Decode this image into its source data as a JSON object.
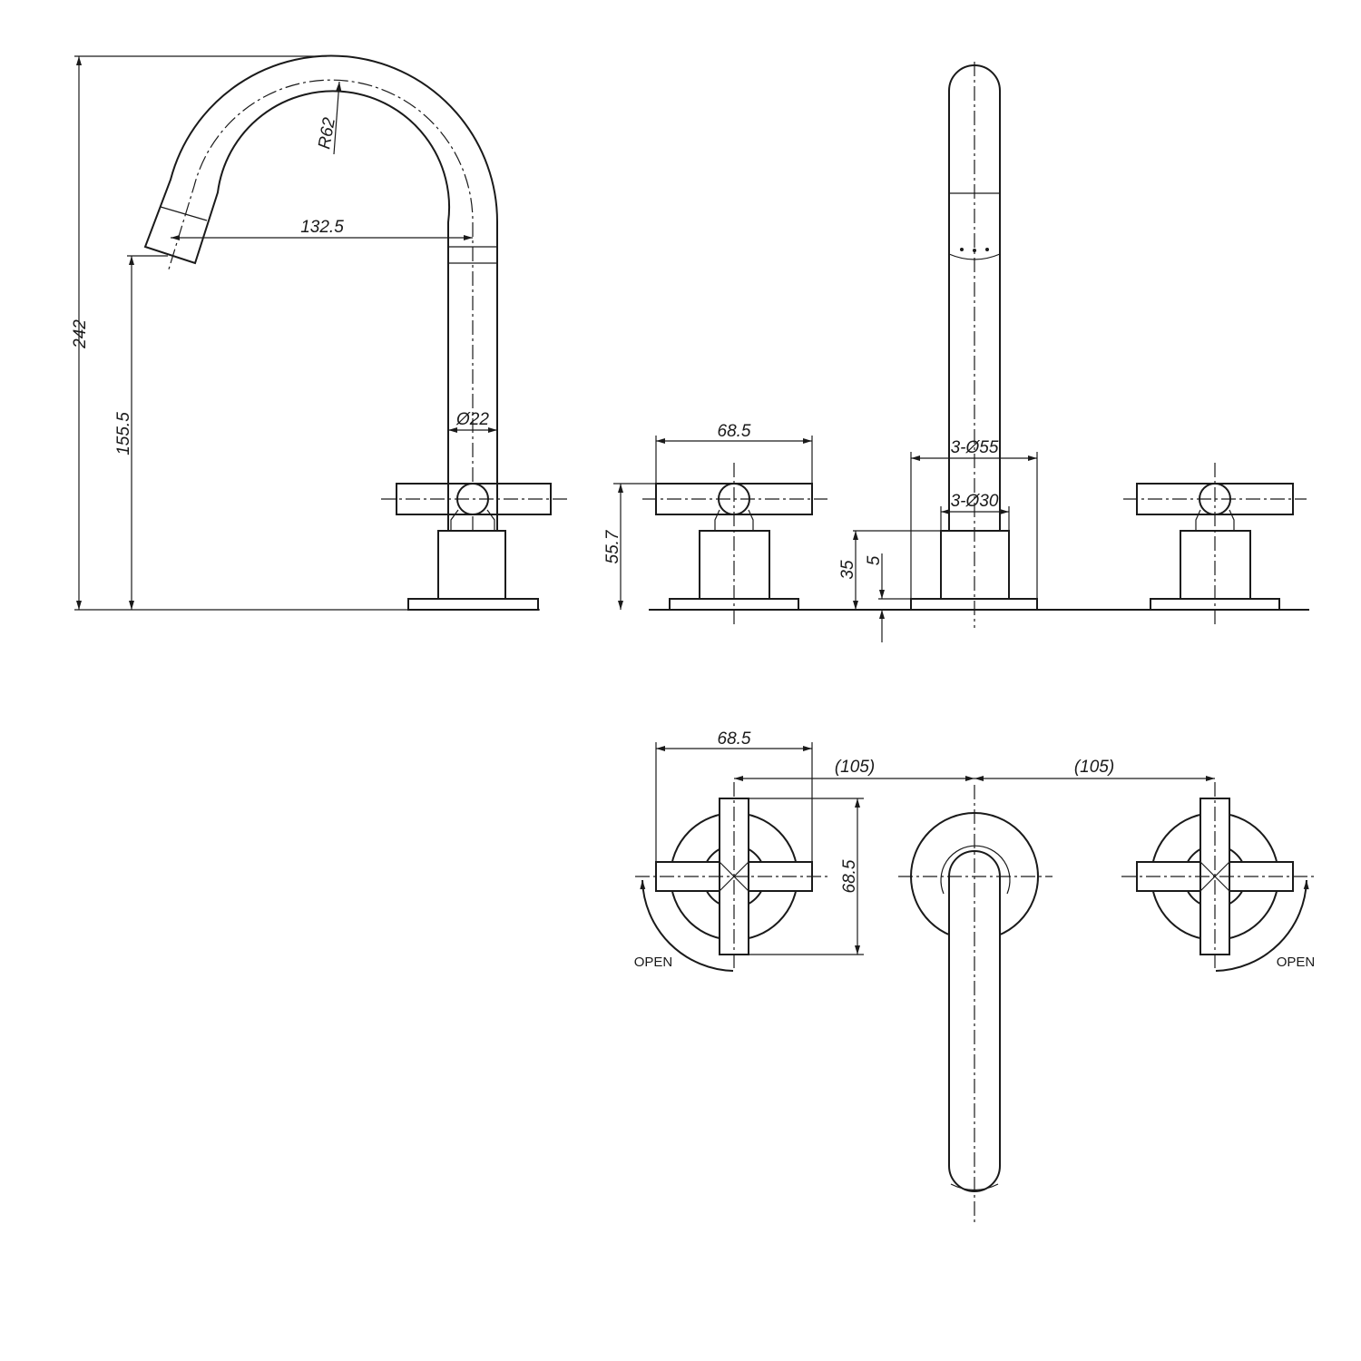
{
  "side_view": {
    "height_total": "242",
    "spout_height": "155.5",
    "spout_reach": "132.5",
    "spout_radius": "R62",
    "tube_diameter": "Ø22"
  },
  "front_view": {
    "handle_width": "68.5",
    "handle_height": "55.7",
    "base_diameter": "3-Ø55",
    "body_diameter": "3-Ø30",
    "body_height": "35",
    "plate_thickness": "5"
  },
  "top_view": {
    "handle_width": "68.5",
    "handle_depth": "68.5",
    "spacing_left": "(105)",
    "spacing_right": "(105)",
    "open_left": "OPEN",
    "open_right": "OPEN"
  }
}
